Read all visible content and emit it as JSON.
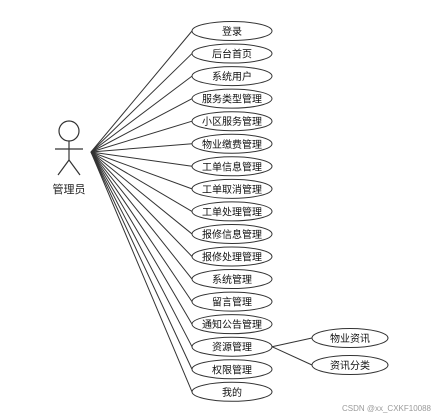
{
  "actor": {
    "label": "管理员"
  },
  "use_cases": [
    "登录",
    "后台首页",
    "系统用户",
    "服务类型管理",
    "小区服务管理",
    "物业缴费管理",
    "工单信息管理",
    "工单取消管理",
    "工单处理管理",
    "报修信息管理",
    "报修处理管理",
    "系统管理",
    "留言管理",
    "通知公告管理",
    "资源管理",
    "权限管理",
    "我的"
  ],
  "sub_use_cases": {
    "parent": "资源管理",
    "items": [
      "物业资讯",
      "资讯分类"
    ]
  },
  "watermark": "CSDN @xx_CXKF10088"
}
